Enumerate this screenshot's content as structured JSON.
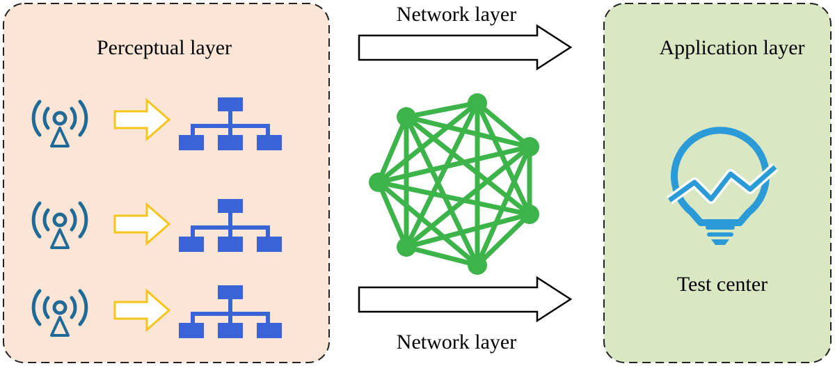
{
  "perceptual": {
    "title": "Perceptual layer"
  },
  "network": {
    "top_label": "Network layer",
    "bottom_label": "Network layer"
  },
  "application": {
    "title": "Application layer",
    "center_label": "Test center"
  },
  "rows": [
    {
      "sensor_icon": "antenna-signal-icon",
      "arrow_icon": "arrow-right-icon",
      "tree_icon": "hierarchy-icon"
    },
    {
      "sensor_icon": "antenna-signal-icon",
      "arrow_icon": "arrow-right-icon",
      "tree_icon": "hierarchy-icon"
    },
    {
      "sensor_icon": "antenna-signal-icon",
      "arrow_icon": "arrow-right-icon",
      "tree_icon": "hierarchy-icon"
    }
  ],
  "colors": {
    "perceptual_fill": "#fbe5d6",
    "application_fill": "#d9e7c3",
    "antenna": "#1f6a96",
    "yellow_arrow": "#f5c518",
    "hierarchy": "#3a63d6",
    "mesh": "#3cb44a",
    "bulb": "#2b9bd8"
  }
}
